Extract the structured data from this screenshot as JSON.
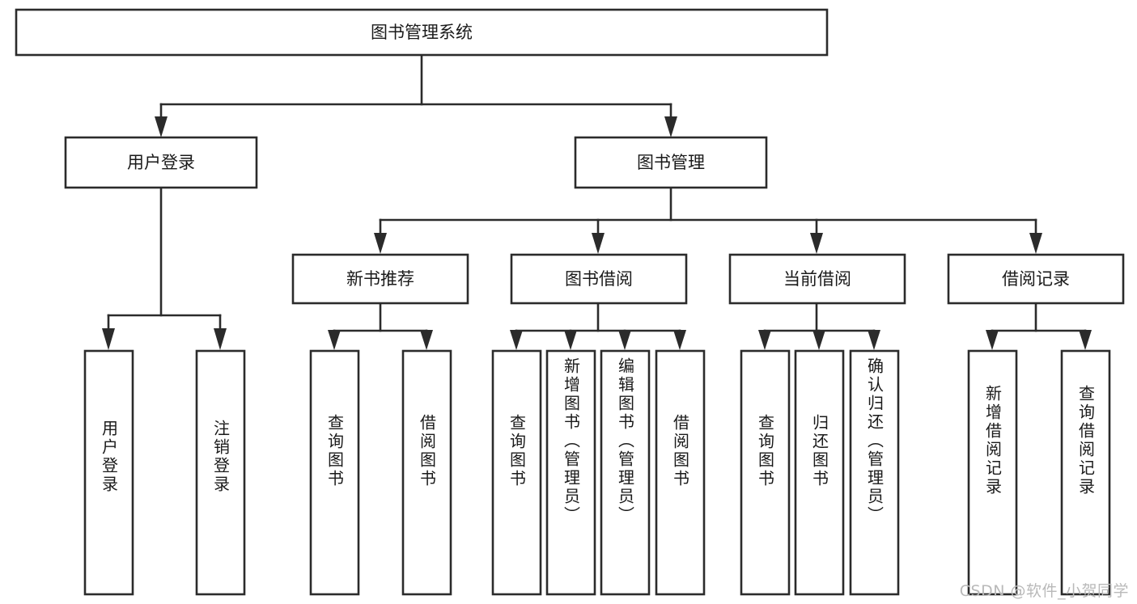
{
  "diagram": {
    "type": "tree-hierarchy-chart",
    "title": "图书管理系统",
    "root": {
      "id": "root",
      "label": "图书管理系统"
    },
    "level2": [
      {
        "id": "user-login",
        "label": "用户登录"
      },
      {
        "id": "book-manage",
        "label": "图书管理"
      }
    ],
    "level3": [
      {
        "id": "new-book-recommend",
        "label": "新书推荐",
        "parent": "book-manage"
      },
      {
        "id": "book-borrow",
        "label": "图书借阅",
        "parent": "book-manage"
      },
      {
        "id": "current-borrow",
        "label": "当前借阅",
        "parent": "book-manage"
      },
      {
        "id": "borrow-record",
        "label": "借阅记录",
        "parent": "book-manage"
      }
    ],
    "leaves": {
      "user_login": [
        {
          "id": "leaf-user-login",
          "label": "用户登录"
        },
        {
          "id": "leaf-logout-login",
          "label": "注销登录"
        }
      ],
      "new_book_recommend": [
        {
          "id": "leaf-query-book-1",
          "label": "查询图书"
        },
        {
          "id": "leaf-borrow-book-1",
          "label": "借阅图书"
        }
      ],
      "book_borrow": [
        {
          "id": "leaf-query-book-2",
          "label": "查询图书"
        },
        {
          "id": "leaf-add-book",
          "label": "新增图书（管理员）"
        },
        {
          "id": "leaf-edit-book",
          "label": "编辑图书（管理员）"
        },
        {
          "id": "leaf-borrow-book-2",
          "label": "借阅图书"
        }
      ],
      "current_borrow": [
        {
          "id": "leaf-query-book-3",
          "label": "查询图书"
        },
        {
          "id": "leaf-return-book",
          "label": "归还图书"
        },
        {
          "id": "leaf-confirm-return",
          "label": "确认归还（管理员）"
        }
      ],
      "borrow_record": [
        {
          "id": "leaf-add-record",
          "label": "新增借阅记录"
        },
        {
          "id": "leaf-query-record",
          "label": "查询借阅记录"
        }
      ]
    }
  },
  "watermark": {
    "text": "CSDN @软件_小贺同学"
  },
  "colors": {
    "box_stroke": "#2b2b2b",
    "box_fill": "#ffffff",
    "text": "#1a1a1a",
    "watermark": "#b9b9b9",
    "background": "#ffffff"
  }
}
